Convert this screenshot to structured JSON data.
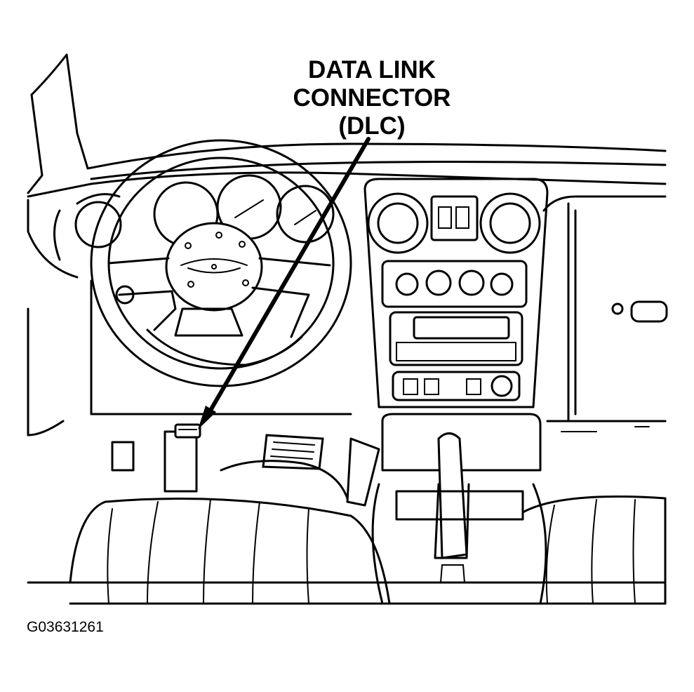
{
  "callout": {
    "line1": "DATA LINK",
    "line2": "CONNECTOR",
    "line3": "(DLC)"
  },
  "figure_id": "G03631261",
  "colors": {
    "ink": "#000000",
    "paper": "#ffffff"
  }
}
